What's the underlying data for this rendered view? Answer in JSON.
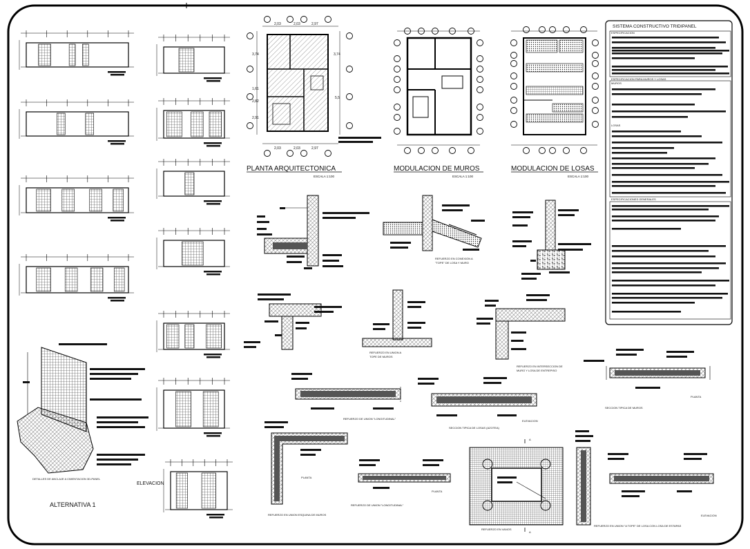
{
  "sheet": {
    "frame_color": "#000000",
    "hatch_color": "#222222"
  },
  "plans": {
    "arquitectonica": {
      "title": "PLANTA ARQUITECTONICA",
      "scale": "ESCALA 1:100"
    },
    "muros": {
      "title": "MODULACION DE MUROS",
      "scale": "ESCALA 1:100"
    },
    "losas": {
      "title": "MODULACION DE LOSAS",
      "scale": "ESCALA 1:100"
    },
    "dims_top": [
      "2,03",
      "2,03",
      "2,97"
    ],
    "dims_bottom": [
      "2,03",
      "2,03",
      "2,97"
    ],
    "dims_left": [
      "3,74",
      "1,61",
      "2,82",
      "2,91"
    ],
    "dims_right": [
      "3,74",
      "5,5"
    ]
  },
  "spec_panel": {
    "title": "SISTEMA CONSTRUCTIVO TRIDIPANEL",
    "sections": [
      "ESPECIFICACION",
      "ESPECIFICACION PARA MUROS Y LOSAS",
      "MUROS",
      "LOSAS",
      "ESPECIFICACIONES GENERALES"
    ]
  },
  "detail_captions": {
    "losa_muro": "REFUERZO EN CONEXION A\n\"TOPE\" DE LOSA Y MURO",
    "union_tope": "REFUERZO EN UNION A\nTOPE DE MUROS",
    "interseccion": "REFUERZO EN INTERSECCION DE\nMURO Y LOSA DE ENTREPISO",
    "seccion_muros": "SECCION TIPICA DE MUROS",
    "planta_right": "PLANTA",
    "union_long_1": "REFUERZO DE UNION \"LONGITUDINAL\"",
    "seccion_losas": "SECCION TIPICA DE LOSAS (AZOTEA)",
    "elevacion_mid": "ELEVACION",
    "union_long_2": "REFUERZO DE UNION \"LONGITUDINAL\"",
    "planta_mid": "PLANTA",
    "planta_corner": "PLANTA",
    "esquina": "REFUERZO EN UNION ESQUINA DE MUROS",
    "vanos": "REFUERZO EN VANOS",
    "tope_losa": "REFUERZO EN UNION \"A TOPE\" DE LOSA CON LOSA DE ESTAPAS",
    "elevacion_right": "ELEVACION",
    "anclaje": "DETALLES DE ANCLAJE A CIMENTACION 3D-PANEL",
    "elevacion_left": "ELEVACION",
    "alternativa": "ALTERNATIVA 1",
    "section_mark": "A"
  }
}
